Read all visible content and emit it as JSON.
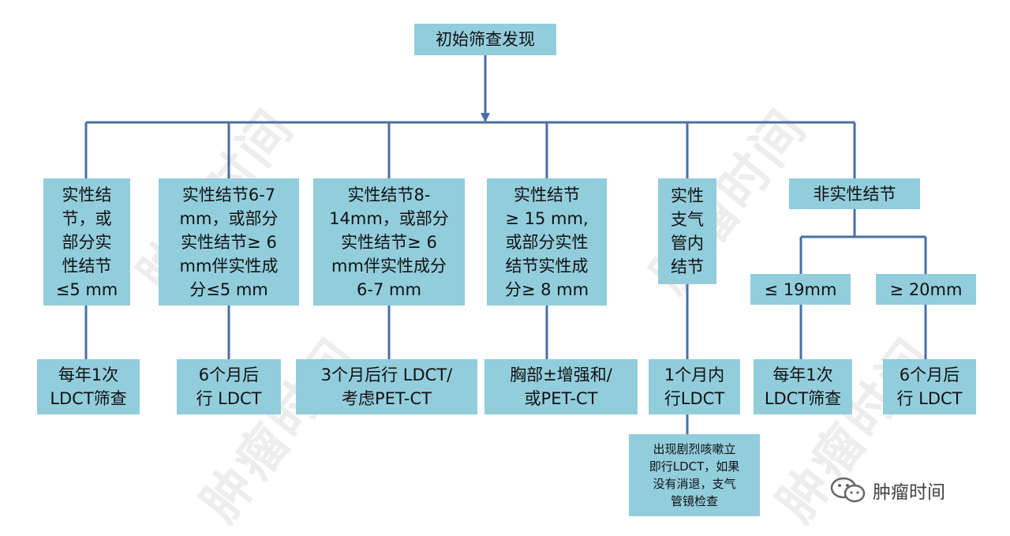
{
  "diagram": {
    "root": "初始筛查发现",
    "categories": [
      "实性结\n节，或\n部分实\n性结节\n≤5 mm",
      "实性结节6-7\nmm，或部分\n实性结节≥ 6\nmm伴实性成\n分≤5 mm",
      "实性结节8-\n14mm，或部分\n实性结节≥ 6\nmm伴实性成分\n6-7 mm",
      "实性结节\n≥ 15 mm,\n或部分实性\n结节实性成\n分≥ 8 mm",
      "实性\n支气\n管内\n结节",
      "非实性结节"
    ],
    "actions": [
      "每年1次\nLDCT筛查",
      "6个月后\n行 LDCT",
      "3个月后行 LDCT/\n考虑PET-CT",
      "胸部±增强和/\n或PET-CT",
      "1个月内\n行LDCT"
    ],
    "bronchial_note": "出现剧烈咳嗽立\n即行LDCT，如果\n没有消退，支气\n管镜检查",
    "nonsolid_branches": [
      "≤ 19mm",
      "≥ 20mm"
    ],
    "nonsolid_actions": [
      "每年1次\nLDCT筛查",
      "6个月后\n行 LDCT"
    ]
  },
  "watermark": "肿瘤时间",
  "logo": {
    "text": "肿瘤时间",
    "icon": "wechat-icon"
  },
  "colors": {
    "box": "#92cddc",
    "line": "#4a6fa5",
    "text": "#111111"
  }
}
